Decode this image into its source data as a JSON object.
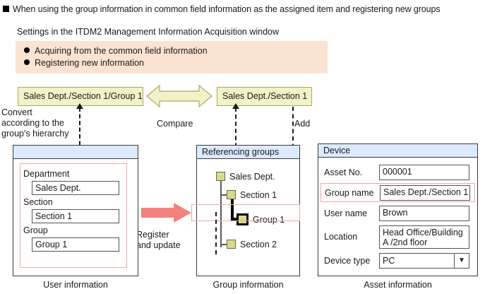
{
  "heading": {
    "bullet": "black-square-bullet",
    "text": "When using the group information in common field information as the assigned item and registering new groups"
  },
  "settings": {
    "caption": "Settings in the ITDM2 Management Information Acquisition window",
    "items": [
      "Acquiring from the common field information",
      "Registering new information"
    ],
    "box_color": "#fbe3d2"
  },
  "comparison": {
    "left_chip": "Sales Dept./Section 1/Group 1",
    "right_chip": "Sales Dept./Section 1",
    "chip_color": "#f2f2c8",
    "double_arrow_icon": "double-headed-horizontal-arrow",
    "convert_label": "Convert\naccording to the\ngroup's hierarchy",
    "convert_label_lines": [
      "Convert",
      "according to the",
      "group's hierarchy"
    ],
    "compare_label": "Compare",
    "add_label": "Add"
  },
  "register_arrow": {
    "icon": "right-arrow-thick",
    "color": "#f2827f",
    "label_lines": [
      "Register",
      "and update"
    ]
  },
  "user_panel": {
    "caption": "User information",
    "header_title": "",
    "header_color": "#dbeafe",
    "fields": [
      {
        "label": "Department",
        "value": "Sales Dept."
      },
      {
        "label": "Section",
        "value": "Section 1"
      },
      {
        "label": "Group",
        "value": "Group 1"
      }
    ]
  },
  "group_panel": {
    "caption": "Group information",
    "header_title": "Referencing groups",
    "header_color": "#dbeafe",
    "tree": [
      {
        "label": "Sales Dept.",
        "level": 0,
        "selected": false
      },
      {
        "label": "Section 1",
        "level": 1,
        "selected": false
      },
      {
        "label": "Group 1",
        "level": 2,
        "selected": true
      },
      {
        "label": "Section 2",
        "level": 1,
        "selected": false
      }
    ],
    "node_color": "#d9d98f",
    "highlight_color": "#f4a6a6"
  },
  "asset_panel": {
    "caption": "Asset information",
    "header_title": "Device",
    "header_color": "#dbeafe",
    "fields": [
      {
        "label": "Asset No.",
        "value": "000001",
        "type": "text",
        "highlighted": false
      },
      {
        "label": "Group name",
        "value": "Sales Dept./Section 1",
        "type": "text",
        "highlighted": true
      },
      {
        "label": "User name",
        "value": "Brown",
        "type": "text",
        "highlighted": false
      },
      {
        "label": "Location",
        "value": "Head Office/Building A\n/2nd floor",
        "type": "textarea",
        "highlighted": false
      },
      {
        "label": "Device type",
        "value": "PC",
        "type": "select",
        "highlighted": false
      }
    ],
    "select_caret_icon": "chevron-down-icon",
    "highlight_color": "#f4a6a6"
  }
}
